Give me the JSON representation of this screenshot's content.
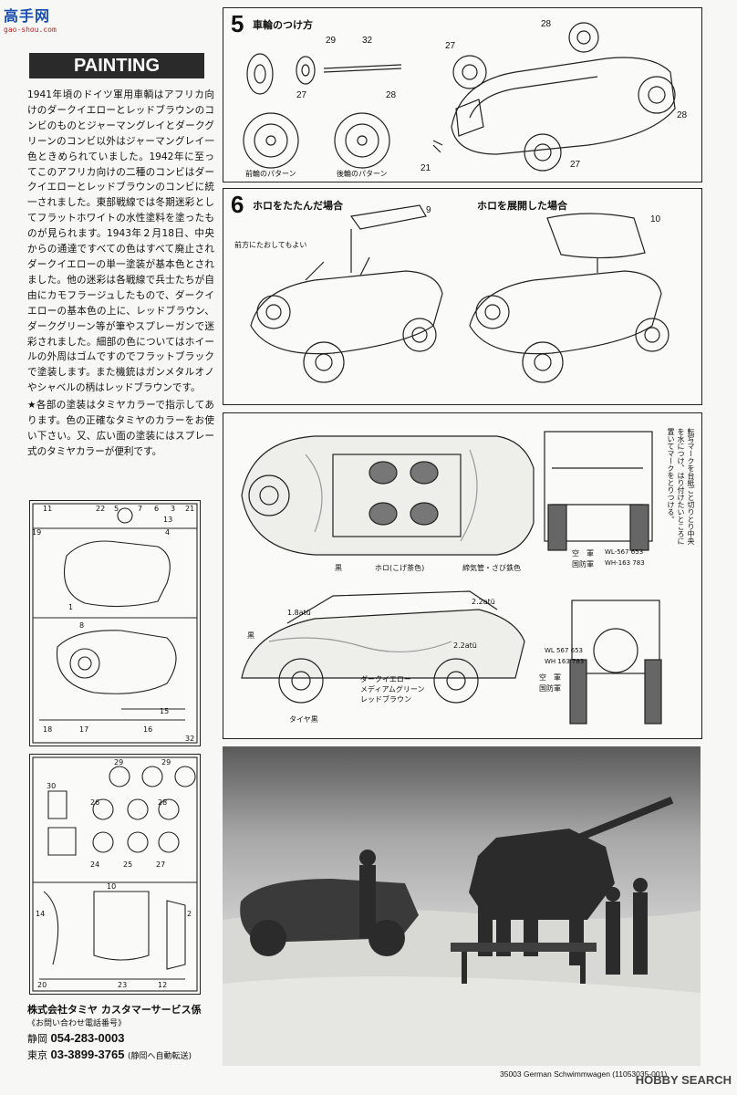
{
  "watermark": {
    "title": "高手网",
    "subtitle": "gao-shou.com"
  },
  "painting": {
    "heading": "PAINTING",
    "paragraphs": [
      "1941年頃のドイツ軍用車輌はアフリカ向けのダークイエローとレッドブラウンのコンビのものとジャーマングレイとダークグリーンのコンビ以外はジャーマングレイ一色ときめられていました。1942年に至ってこのアフリカ向けの二種のコンビはダークイエローとレッドブラウンのコンビに統一されました。東部戦線では冬期迷彩としてフラットホワイトの水性塗料を塗ったものが見られます。1943年２月18日、中央からの通達ですべての色はすべて廃止されダークイエローの単一塗装が基本色とされました。他の迷彩は各戦線で兵士たちが自由にカモフラージュしたもので、ダークイエローの基本色の上に、レッドブラウン、ダークグリーン等が筆やスプレーガンで迷彩されました。細部の色についてはホイールの外周はゴムですのでフラットブラックで塗装します。また機銃はガンメタルオノやシャベルの柄はレッドブラウンです。",
      "★各部の塗装はタミヤカラーで指示してあります。色の正確なタミヤのカラーをお使い下さい。又、広い面の塗装にはスプレー式のタミヤカラーが便利です。"
    ]
  },
  "step5": {
    "number": "5",
    "title": "車輪のつけ方",
    "parts": [
      "29",
      "32",
      "27",
      "28",
      "27",
      "28",
      "27",
      "28",
      "21"
    ],
    "front_caption": "前輪のパターン",
    "rear_caption": "後輪のパターン"
  },
  "step6": {
    "number": "6",
    "title_folded": "ホロをたたんだ場合",
    "title_open": "ホロを展開した場合",
    "note": "前方にたおしてもよい",
    "part_folded": "9",
    "part_open": "10"
  },
  "color_guide": {
    "top_labels": [
      "黒",
      "ホロ(こげ茶色)",
      "締気管・さび鉄色"
    ],
    "side_labels": [
      "1.8atü",
      "2.2atü",
      "2.2atü",
      "黒",
      "タイヤ黒"
    ],
    "camo_colors": [
      "ダークイエロー",
      "メディアムグリーン",
      "レッドブラウン"
    ],
    "decal_note": "転写マークを台紙ごと切りとり中央を水につけ、はり付けたいところに置いてマークをとりつける。",
    "plate_labels": [
      "空　軍",
      "国防軍",
      "空　軍",
      "国防軍"
    ],
    "plates": [
      "WL-567 653",
      "WH-163 783",
      "WL 567 653",
      "WH 163 783"
    ]
  },
  "parts_tree_a": {
    "numbers": [
      "11",
      "22",
      "5",
      "7",
      "6",
      "3",
      "21",
      "19",
      "13",
      "4",
      "1",
      "8",
      "15",
      "18",
      "17",
      "16",
      "32"
    ]
  },
  "parts_tree_b": {
    "numbers": [
      "29",
      "29",
      "30",
      "26",
      "28",
      "24",
      "25",
      "27",
      "10",
      "14",
      "2",
      "20",
      "23",
      "12"
    ]
  },
  "contact": {
    "company": "株式会社タミヤ カスタマーサービス係",
    "note": "《お問い合わせ電話番号》",
    "line1_label": "静岡",
    "line1_number": "054-283-0003",
    "line2_label": "東京",
    "line2_number": "03-3899-3765",
    "line2_note": "(静岡へ自動転送)"
  },
  "footer": "35003 German Schwimmwagen (11053035-001)",
  "site_mark": "HOBBY SEARCH"
}
